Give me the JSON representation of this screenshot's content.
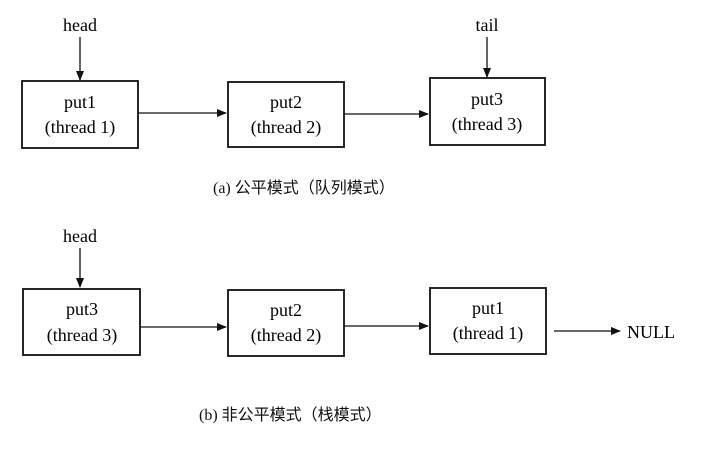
{
  "colors": {
    "line": "#111111",
    "background": "#ffffff"
  },
  "fair": {
    "caption": "(a) 公平模式（队列模式）",
    "head_label": "head",
    "tail_label": "tail",
    "nodes": [
      {
        "line1": "put1",
        "line2": "(thread 1)"
      },
      {
        "line1": "put2",
        "line2": "(thread 2)"
      },
      {
        "line1": "put3",
        "line2": "(thread 3)"
      }
    ]
  },
  "unfair": {
    "caption": "(b) 非公平模式（栈模式）",
    "head_label": "head",
    "null_label": "NULL",
    "nodes": [
      {
        "line1": "put3",
        "line2": "(thread 3)"
      },
      {
        "line1": "put2",
        "line2": "(thread 2)"
      },
      {
        "line1": "put1",
        "line2": "(thread 1)"
      }
    ]
  }
}
